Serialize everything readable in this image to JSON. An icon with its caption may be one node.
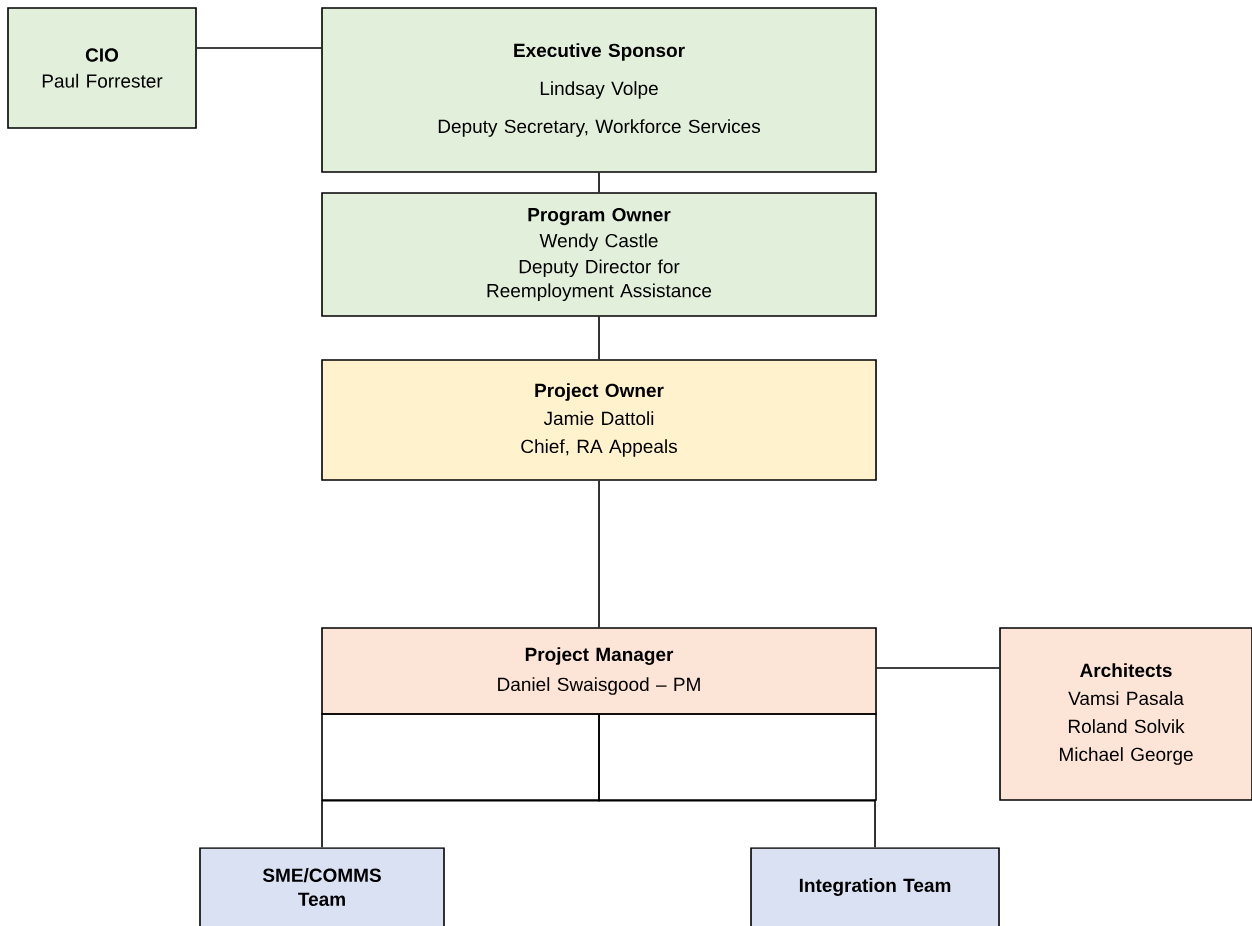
{
  "diagram": {
    "nodes": [
      {
        "text": [
          "CIO",
          "Paul Forrester"
        ]
      },
      {
        "text": [
          "Executive Sponsor",
          "Lindsay Volpe",
          "Deputy Secretary, Workforce Services"
        ]
      },
      {
        "text": [
          "Program Owner",
          "Wendy Castle",
          "Deputy Director for Reemployment Assistance"
        ]
      },
      {
        "text": [
          "Project Owner",
          "Jamie Dattoli",
          "Chief, RA Appeals"
        ]
      },
      {
        "text": [
          "Project Manager",
          "Daniel Swaisgood – PM"
        ]
      },
      {
        "text": [
          "Architects",
          "Vamsi Pasala",
          "Roland Solvik",
          "Michael George"
        ]
      },
      {
        "text": [
          "SME/COMMS Team"
        ]
      },
      {
        "text": [
          "Integration Team"
        ]
      }
    ],
    "edges": [
      {
        "from": 0,
        "to": 1,
        "arrow": "none"
      },
      {
        "from": 1,
        "to": 2,
        "arrow": "none"
      },
      {
        "from": 2,
        "to": 3,
        "arrow": "none"
      },
      {
        "from": 3,
        "to": 4,
        "arrow": "none"
      },
      {
        "from": 4,
        "to": 5,
        "arrow": "none"
      },
      {
        "from": 4,
        "to": 6,
        "arrow": "none"
      },
      {
        "from": 4,
        "to": 7,
        "arrow": "none"
      }
    ]
  }
}
